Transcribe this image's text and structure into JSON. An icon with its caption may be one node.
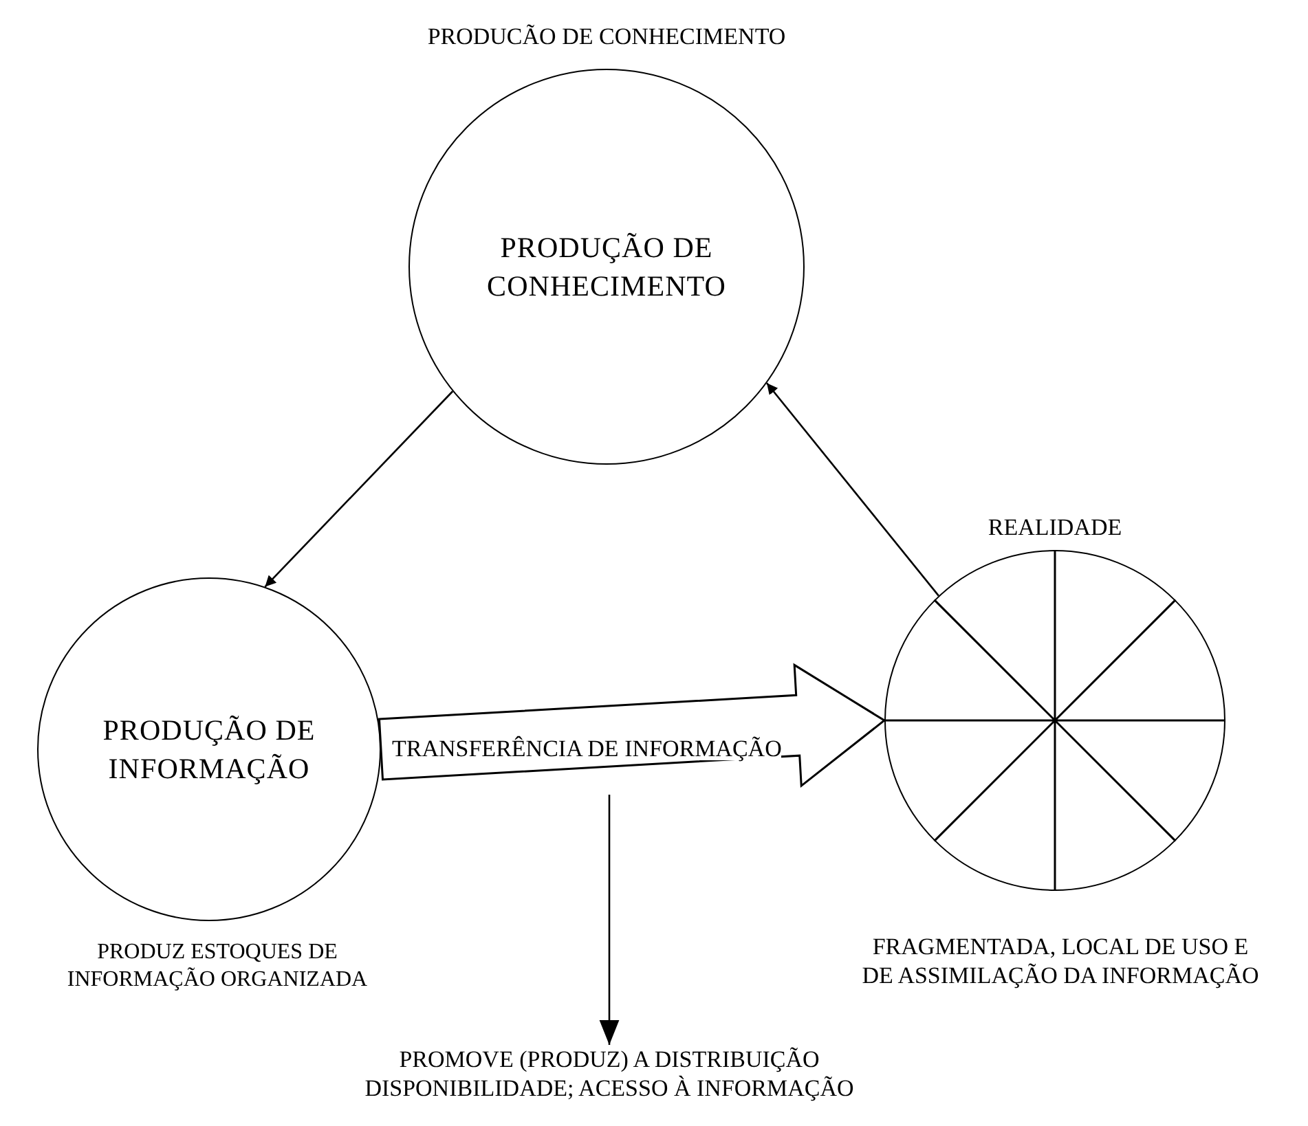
{
  "diagram": {
    "nodes": [
      {
        "text": [
          "PRODUÇÃO DE CONHECIMENTO"
        ],
        "beside": [
          "PRODUCÃO DE CONHECIMENTO"
        ]
      },
      {
        "text": [
          "PRODUÇÃO DE INFORMAÇÃO"
        ],
        "beside": [
          "PRODUZ ESTOQUES DE INFORMAÇÃO ORGANIZADA"
        ]
      },
      {
        "text": [
          "REALIDADE"
        ],
        "beside": [
          "FRAGMENTADA, LOCAL DE USO E DE ASSIMILAÇÃO DA INFORMAÇÃO"
        ]
      },
      {
        "text": [
          "PROMOVE (PRODUZ) A DISTRIBUIÇÃO DISPONIBILIDADE; ACESSO À INFORMAÇÃO"
        ]
      }
    ],
    "edges": [
      {
        "from": 0,
        "to": 1,
        "arrow": "to"
      },
      {
        "from": 2,
        "to": 0,
        "arrow": "to"
      },
      {
        "from": 1,
        "to": 2,
        "arrow": "to",
        "label": "TRANSFERÊNCIA DE INFORMAÇÃO",
        "style": "thick"
      },
      {
        "from": null,
        "to": 3,
        "arrow": "to"
      }
    ]
  }
}
